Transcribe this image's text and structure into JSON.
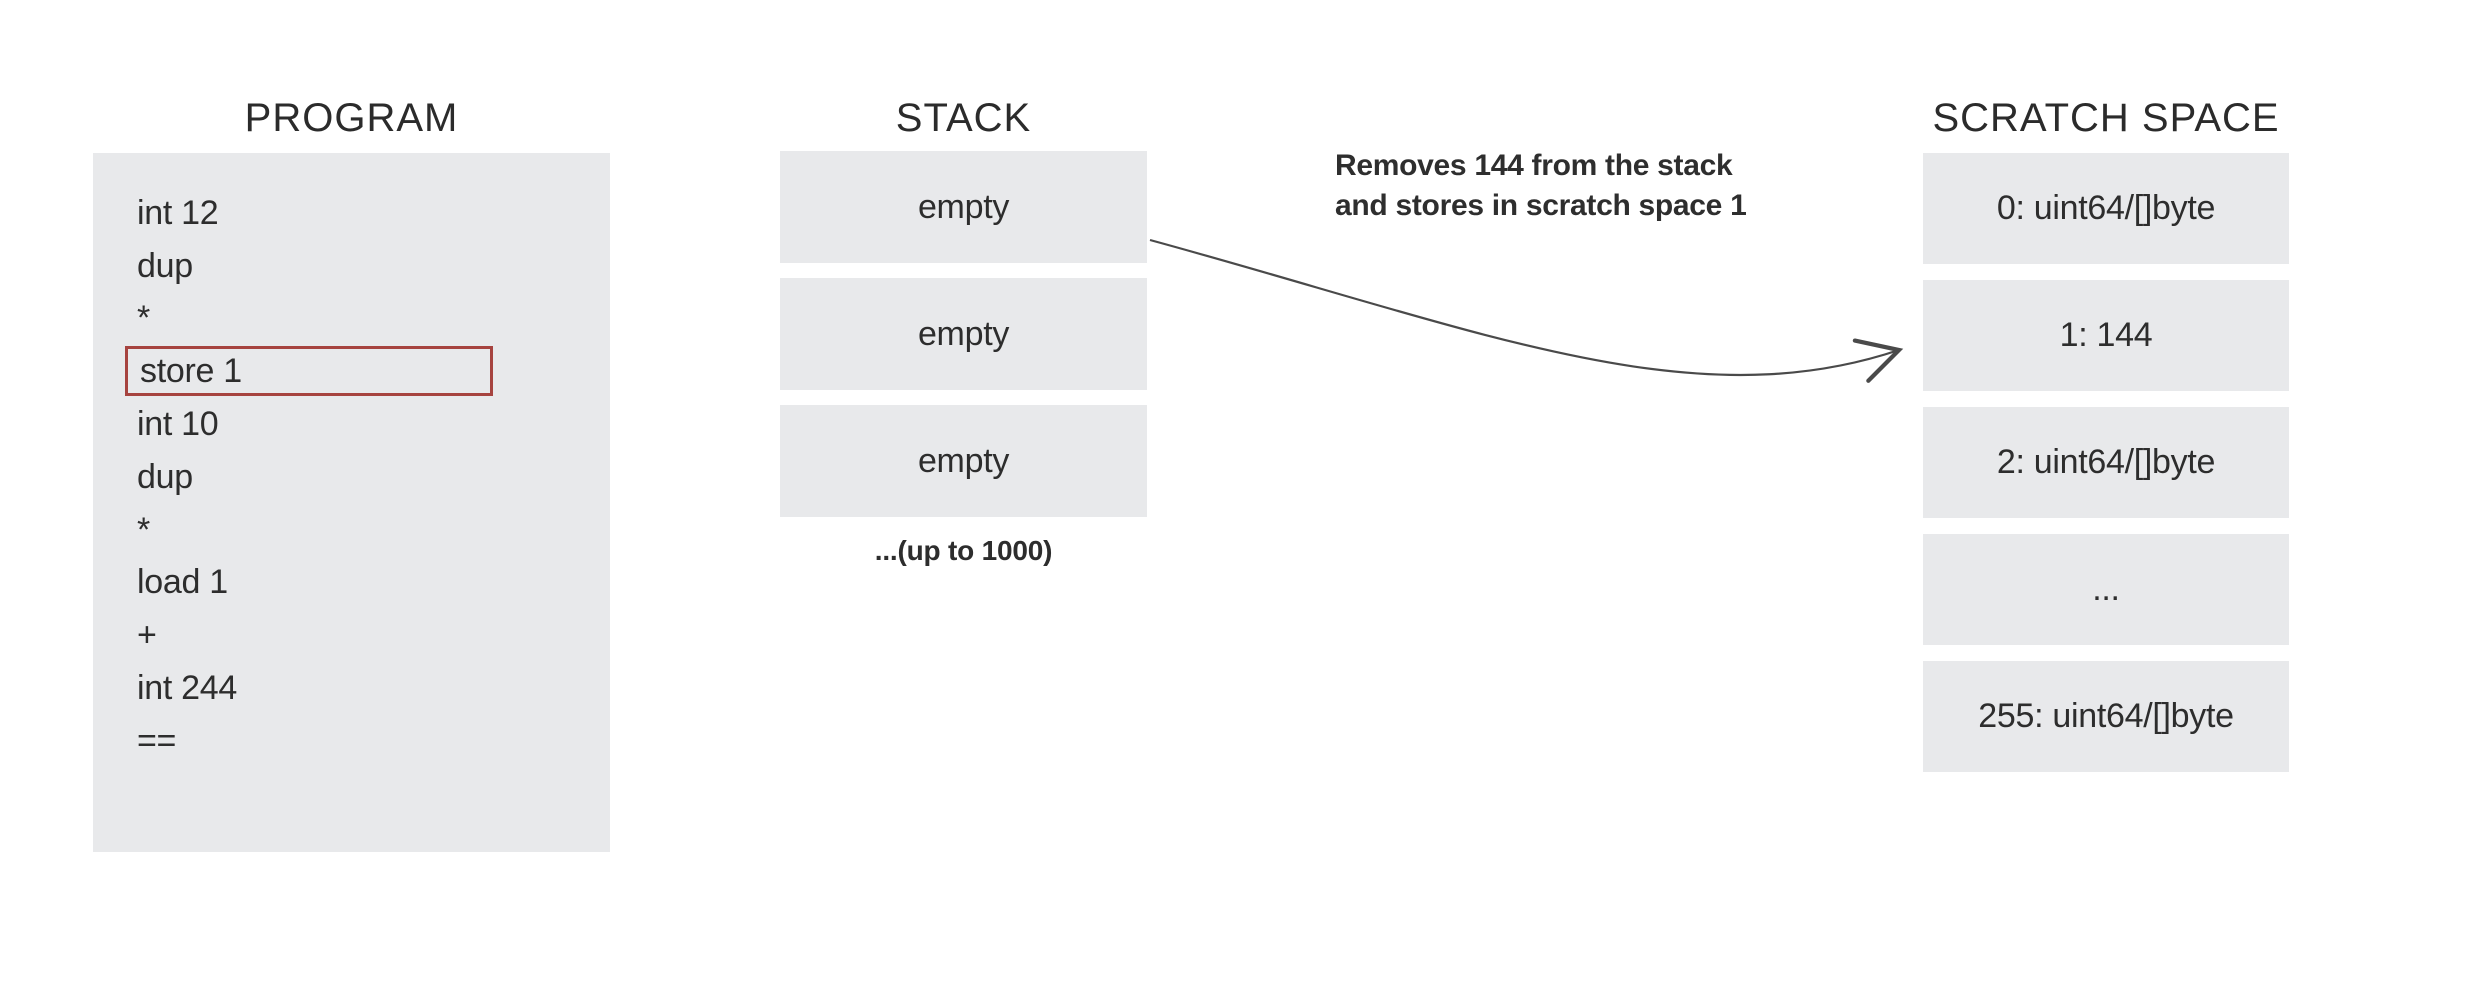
{
  "titles": {
    "program": "PROGRAM",
    "stack": "STACK",
    "scratch": "SCRATCH SPACE"
  },
  "program": {
    "lines": [
      "int 12",
      "dup",
      "*",
      "store 1",
      "int 10",
      "dup",
      "*",
      "load 1",
      "+",
      "int 244",
      "=="
    ],
    "highlighted_line": "store 1"
  },
  "stack": {
    "slots": [
      "empty",
      "empty",
      "empty"
    ],
    "note": "...(up to 1000)"
  },
  "scratch": {
    "slots": [
      "0: uint64/[]byte",
      "1: 144",
      "2: uint64/[]byte",
      "...",
      "255: uint64/[]byte"
    ]
  },
  "annotation": {
    "line1": "Removes 144 from the stack",
    "line2": "and stores in scratch space 1"
  },
  "colors": {
    "box_fill": "#e8e9eb",
    "highlight_border": "#a6433f",
    "text": "#2d2d2d",
    "arrow": "#4a4a4a"
  }
}
